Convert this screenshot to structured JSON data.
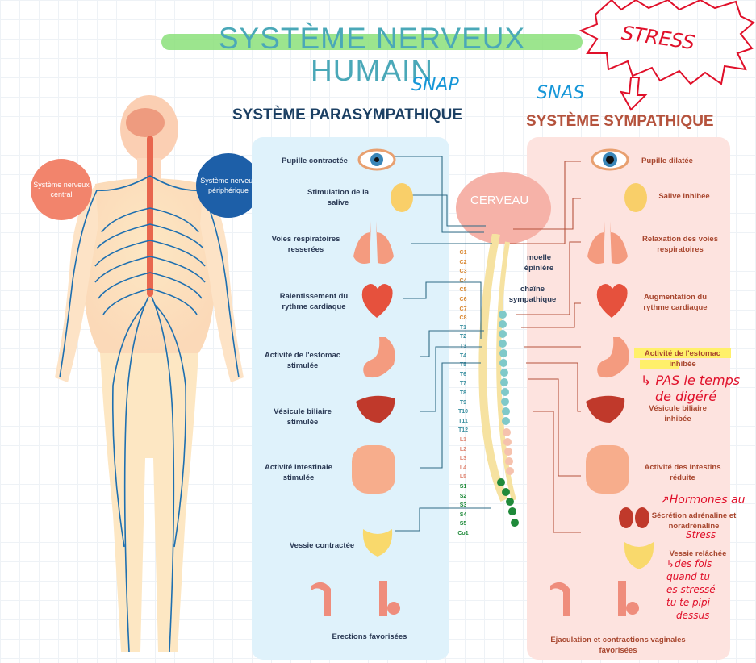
{
  "title": "SYSTÈME NERVEUX HUMAIN",
  "stress": "STRESS",
  "snap": "SNAP",
  "snas": "SNAS",
  "colors": {
    "para_panel": "#dff2fb",
    "sym_panel": "#fde3df",
    "title": "#4aa8b8",
    "highlight": "#8be07a",
    "nerve": "#1d6fb0",
    "annot": "#e0102a"
  },
  "circles": {
    "central": "Système nerveux central",
    "peripheral": "Système nerveux périphérique"
  },
  "parasympathetic": {
    "heading": "SYSTÈME PARASYMPATHIQUE",
    "items": [
      "Pupille contractée",
      "Stimulation de la salive",
      "Voies respiratoires resserées",
      "Ralentissement du rythme cardiaque",
      "Activité de l'estomac stimulée",
      "Vésicule biliaire stimulée",
      "Activité intestinale stimulée",
      "Vessie contractée",
      "Erections favorisées"
    ]
  },
  "sympathetic": {
    "heading": "SYSTÈME SYMPATHIQUE",
    "items": [
      "Pupille dilatée",
      "Salive inhibée",
      "Relaxation des voies respiratoires",
      "Augmentation du rythme cardiaque",
      "Activité de l'estomac inhibée",
      "Vésicule biliaire inhibée",
      "Activité des intestins réduite",
      "Sécrétion adrénaline et noradrénaline",
      "Vessie relâchée",
      "Ejaculation et contractions vaginales favorisées"
    ]
  },
  "center": {
    "brain": "CERVEAU",
    "spinal": "moelle épinière",
    "chain": "chaîne sympathique"
  },
  "vertebrae": [
    "C1",
    "C2",
    "C3",
    "C4",
    "C5",
    "C6",
    "C7",
    "C8",
    "T1",
    "T2",
    "T3",
    "T4",
    "T5",
    "T6",
    "T7",
    "T8",
    "T9",
    "T10",
    "T11",
    "T12",
    "L1",
    "L2",
    "L3",
    "L4",
    "L5",
    "S1",
    "S2",
    "S3",
    "S4",
    "S5",
    "Co1"
  ],
  "annotations": {
    "digest_1": "↳ PAS le temps",
    "digest_2": "de digéré",
    "hormones_1": "↗Hormones au",
    "hormones_2": "Stress",
    "pipi_1": "↳des fois",
    "pipi_2": "quand tu",
    "pipi_3": "es stressé",
    "pipi_4": "tu te pipi",
    "pipi_5": "dessus"
  }
}
